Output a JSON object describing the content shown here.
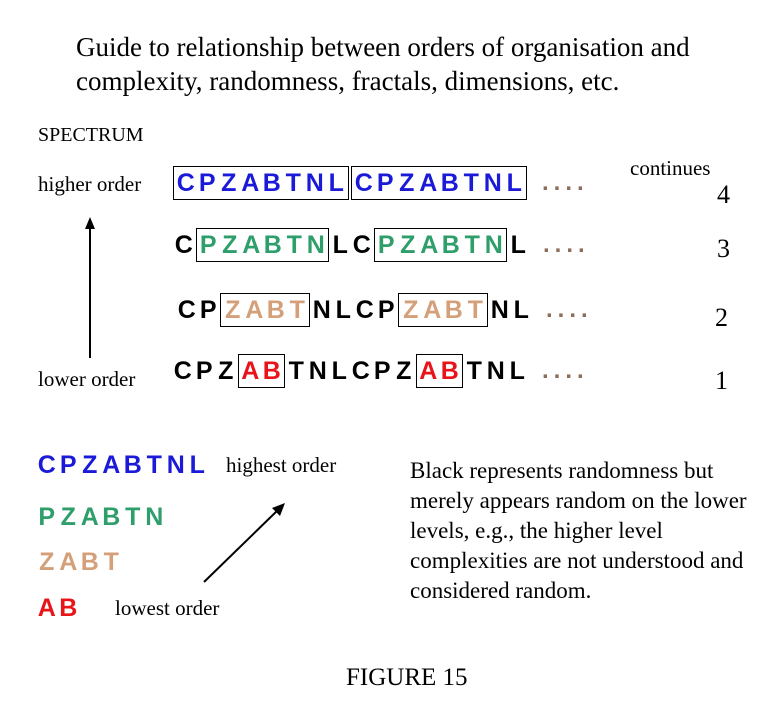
{
  "title": "Guide to relationship between orders of organisation and complexity, randomness, fractals, dimensions, etc.",
  "spectrum_label": "SPECTRUM",
  "higher_label": "higher order",
  "lower_label": "lower order",
  "continues_label": "continues",
  "dots": "....",
  "colors": {
    "blue": "#1a1ad8",
    "green": "#2e9e6a",
    "tan": "#d4a07a",
    "red": "#e8141a",
    "black": "#000000"
  },
  "rows": [
    {
      "level": "4",
      "letters": [
        "C",
        "P",
        "Z",
        "A",
        "B",
        "T",
        "N",
        "L",
        "C",
        "P",
        "Z",
        "A",
        "B",
        "T",
        "N",
        "L"
      ]
    },
    {
      "level": "3",
      "letters": [
        "C",
        "P",
        "Z",
        "A",
        "B",
        "T",
        "N",
        "L",
        "C",
        "P",
        "Z",
        "A",
        "B",
        "T",
        "N",
        "L"
      ]
    },
    {
      "level": "2",
      "letters": [
        "C",
        "P",
        "Z",
        "A",
        "B",
        "T",
        "N",
        "L",
        "C",
        "P",
        "Z",
        "A",
        "B",
        "T",
        "N",
        "L"
      ]
    },
    {
      "level": "1",
      "letters": [
        "C",
        "P",
        "Z",
        "A",
        "B",
        "T",
        "N",
        "L",
        "C",
        "P",
        "Z",
        "A",
        "B",
        "T",
        "N",
        "L"
      ]
    }
  ],
  "legend": {
    "highest": {
      "letters": [
        "C",
        "P",
        "Z",
        "A",
        "B",
        "T",
        "N",
        "L"
      ],
      "label": "highest order"
    },
    "green": {
      "letters": [
        "P",
        "Z",
        "A",
        "B",
        "T",
        "N"
      ]
    },
    "tan": {
      "letters": [
        "Z",
        "A",
        "B",
        "T"
      ]
    },
    "lowest": {
      "letters": [
        "A",
        "B"
      ],
      "label": "lowest order"
    }
  },
  "note": "Black represents randomness but merely appears random on the lower levels, e.g., the higher level complexities are not understood and considered random.",
  "figure_label": "FIGURE 15"
}
